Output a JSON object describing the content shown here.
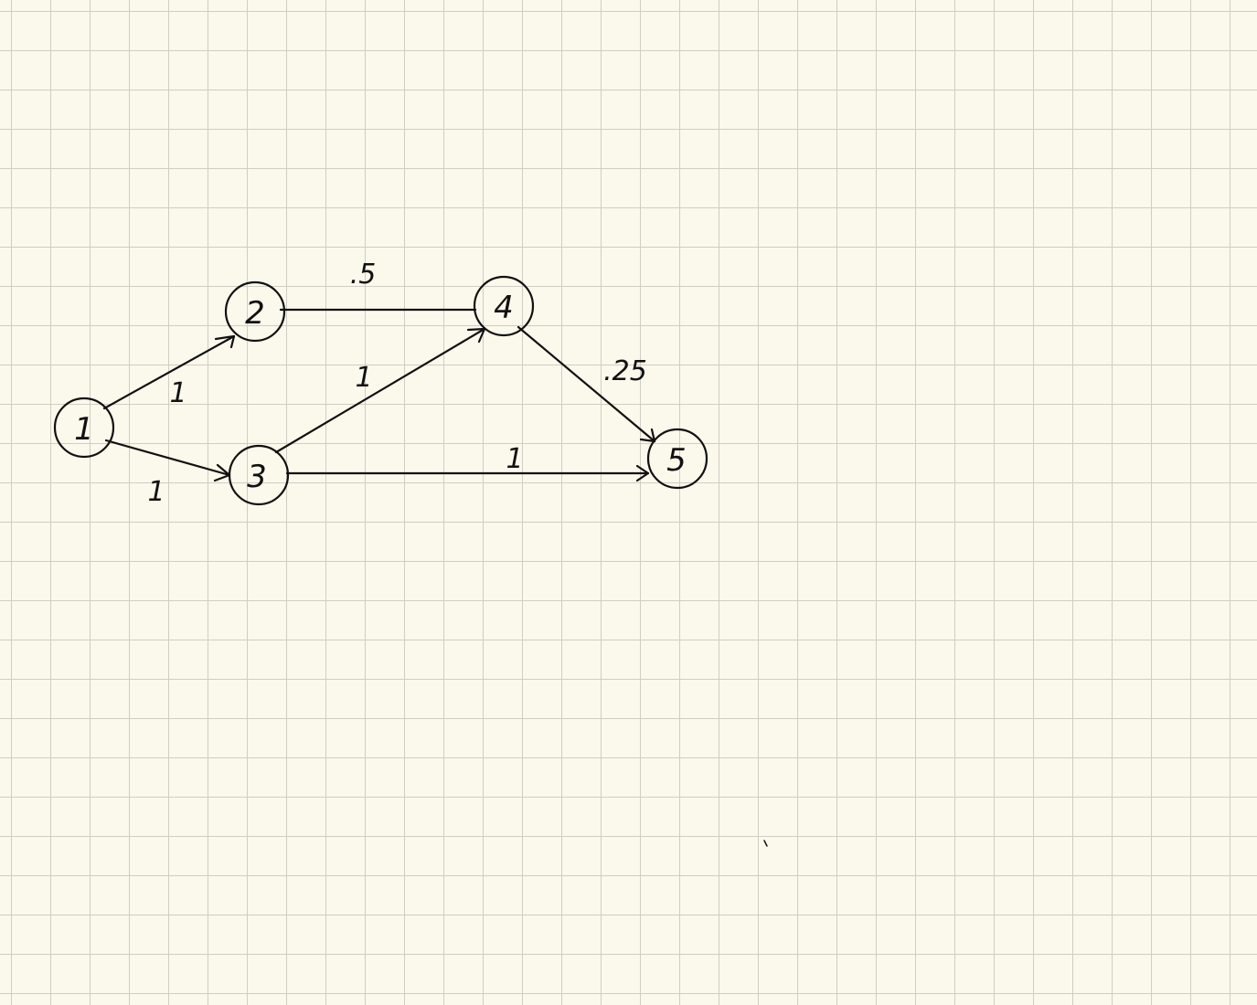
{
  "diagram": {
    "nodes": [
      {
        "id": "1",
        "label": "1"
      },
      {
        "id": "2",
        "label": "2"
      },
      {
        "id": "3",
        "label": "3"
      },
      {
        "id": "4",
        "label": "4"
      },
      {
        "id": "5",
        "label": "5"
      }
    ],
    "edges": [
      {
        "id": "e12",
        "from": "1",
        "to": "2",
        "weight": "1",
        "directed": true
      },
      {
        "id": "e13",
        "from": "1",
        "to": "3",
        "weight": "1",
        "directed": true
      },
      {
        "id": "e24",
        "from": "2",
        "to": "4",
        "weight": ".5",
        "directed": false
      },
      {
        "id": "e34",
        "from": "3",
        "to": "4",
        "weight": "1",
        "directed": true
      },
      {
        "id": "e35",
        "from": "3",
        "to": "5",
        "weight": "1",
        "directed": true
      },
      {
        "id": "e45",
        "from": "4",
        "to": "5",
        "weight": ".25",
        "directed": true
      }
    ]
  }
}
